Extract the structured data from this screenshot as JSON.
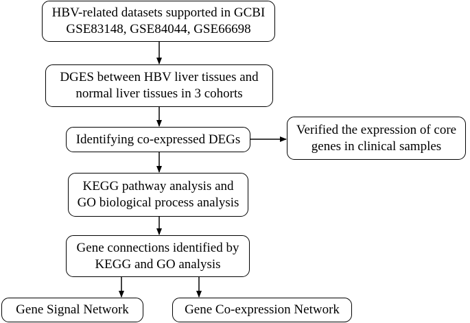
{
  "boxes": {
    "datasets": {
      "line1": "HBV-related datasets supported in GCBI",
      "line2": "GSE83148, GSE84044, GSE66698"
    },
    "dges": {
      "line1": "DGES between HBV liver tissues and",
      "line2": "normal liver tissues in 3 cohorts"
    },
    "identifying": {
      "line1": "Identifying co-expressed DEGs"
    },
    "verified": {
      "line1": "Verified the expression of core",
      "line2": "genes in clinical samples"
    },
    "kegg": {
      "line1": "KEGG pathway analysis and",
      "line2": "GO biological process analysis"
    },
    "connections": {
      "line1": "Gene connections identified by",
      "line2": "KEGG and GO analysis"
    },
    "signal_network": {
      "line1": "Gene Signal Network"
    },
    "coexpression_network": {
      "line1": "Gene Co-expression Network"
    }
  },
  "colors": {
    "stroke": "#000000",
    "background": "#ffffff"
  }
}
